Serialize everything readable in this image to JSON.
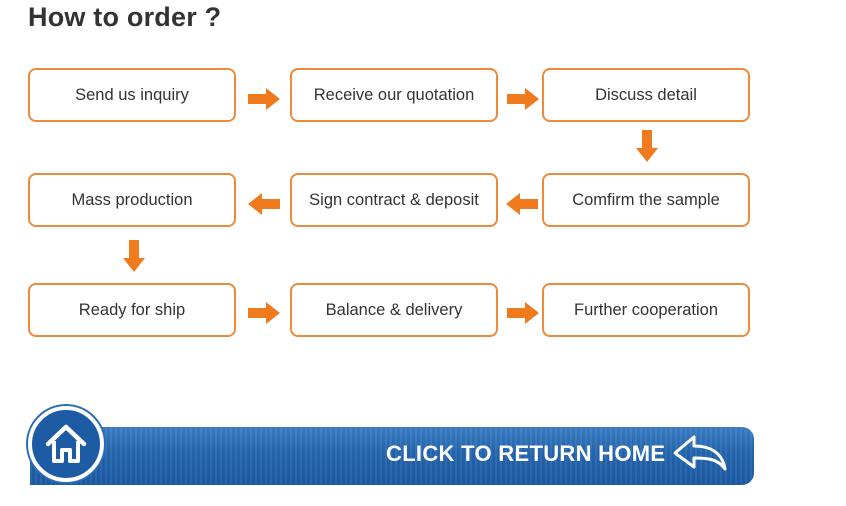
{
  "title": "How to order ?",
  "steps": [
    "Send us inquiry",
    "Receive our quotation",
    "Discuss detail",
    "Comfirm the sample",
    "Sign contract & deposit",
    "Mass production",
    "Ready for ship",
    "Balance & delivery",
    "Further cooperation"
  ],
  "return_home": {
    "label": "CLICK TO RETURN HOME",
    "home_icon": "house-icon",
    "back_icon": "back-arrow-icon"
  },
  "colors": {
    "accent": "#ee8a3a",
    "arrow": "#f07a1e",
    "banner": "#2567b0"
  }
}
